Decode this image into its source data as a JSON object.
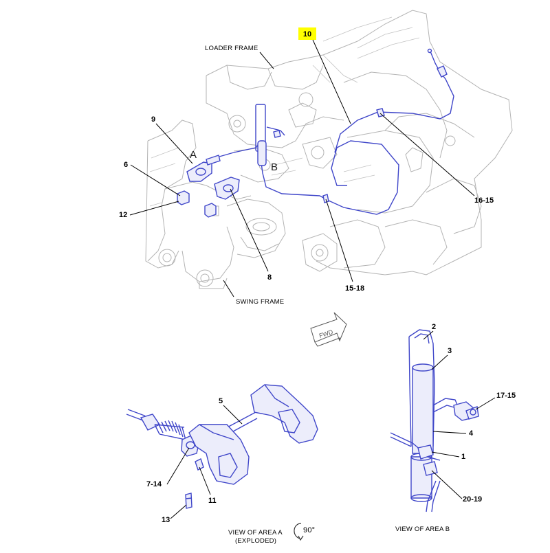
{
  "callouts": {
    "c10": "10",
    "c9": "9",
    "c6": "6",
    "c12": "12",
    "c8": "8",
    "c1518": "15-18",
    "c1615": "16-15",
    "c5": "5",
    "c714": "7-14",
    "c11": "11",
    "c13": "13",
    "c2": "2",
    "c3": "3",
    "c1715": "17-15",
    "c4": "4",
    "c1": "1",
    "c2019": "20-19"
  },
  "labels": {
    "loader_frame": "LOADER FRAME",
    "swing_frame": "SWING FRAME",
    "area_a": "A",
    "area_b": "B",
    "fwd": "FWD",
    "view_a_line1": "VIEW OF AREA A",
    "view_a_line2": "(EXPLODED)",
    "rotation": "90°",
    "view_b": "VIEW OF AREA B"
  },
  "highlight_color": "#ffff00",
  "part_color": "#3f46c9"
}
